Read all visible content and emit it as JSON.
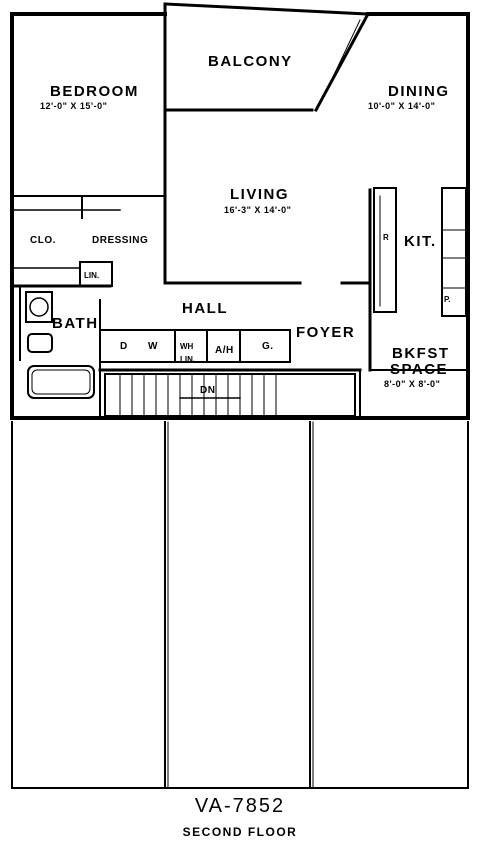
{
  "plan_code": "VA-7852",
  "floor": "SECOND FLOOR",
  "rooms": {
    "bedroom": {
      "name": "BEDROOM",
      "dims": "12'-0\" X 15'-0\""
    },
    "balcony": {
      "name": "BALCONY"
    },
    "dining": {
      "name": "DINING",
      "dims": "10'-0\" X 14'-0\""
    },
    "living": {
      "name": "LIVING",
      "dims": "16'-3\" X 14'-0\""
    },
    "kitchen": {
      "name": "KIT."
    },
    "closet": {
      "name": "CLO."
    },
    "dressing": {
      "name": "DRESSING"
    },
    "hall": {
      "name": "HALL"
    },
    "bath": {
      "name": "BATH"
    },
    "foyer": {
      "name": "FOYER"
    },
    "breakfast": {
      "name_line1": "BKFST",
      "name_line2": "SPACE",
      "dims": "8'-0\" X 8'-0\""
    }
  },
  "fixtures": {
    "linen_upper": "LIN.",
    "linen_lower": "LIN.",
    "washer_dryer_d": "D",
    "washer_dryer_w": "W",
    "water_heater": "WH",
    "air_handler": "A/H",
    "g_closet": "G.",
    "stair": "DN",
    "refrigerator": "R",
    "pantry": "P."
  }
}
